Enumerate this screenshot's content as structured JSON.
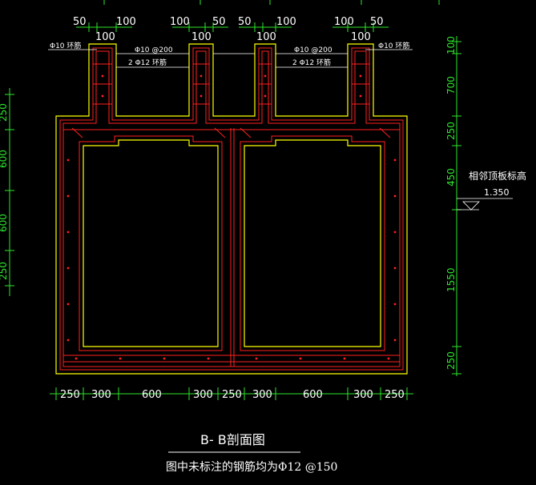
{
  "drawing": {
    "title": "B- B剖面图",
    "note": "图中未标注的钢筋均为Φ12 @150",
    "elevation_label": "相邻顶板标高",
    "elevation_value": "1.350",
    "top_dims": {
      "left_pair_a": [
        "50",
        "100"
      ],
      "left_pair_b": [
        "100",
        "50"
      ],
      "right_pair_a": [
        "50",
        "100"
      ],
      "right_pair_b": [
        "100",
        "50"
      ],
      "stub_widths": [
        "100",
        "100",
        "100",
        "100"
      ]
    },
    "rebar_labels": {
      "ring_left": "Φ10 环筋",
      "ring_right": "Φ10 环筋",
      "stirrup_left": "Φ10 @200",
      "stirrup_right": "Φ10 @200",
      "bars_left": "2 Φ12 环筋",
      "bars_right": "2 Φ12 环筋"
    },
    "right_dims": [
      "100",
      "700",
      "250",
      "450",
      "1550",
      "250"
    ],
    "left_dims": [
      "250",
      "600",
      "600",
      "250"
    ],
    "bottom_dims": [
      "250",
      "300",
      "600",
      "300",
      "250",
      "300",
      "600",
      "300",
      "250"
    ]
  },
  "colors": {
    "background": "#000000",
    "concrete_outline": "#ffff00",
    "rebar": "#ff2020",
    "dimension": "#2ee62e",
    "text": "#ffffff"
  }
}
